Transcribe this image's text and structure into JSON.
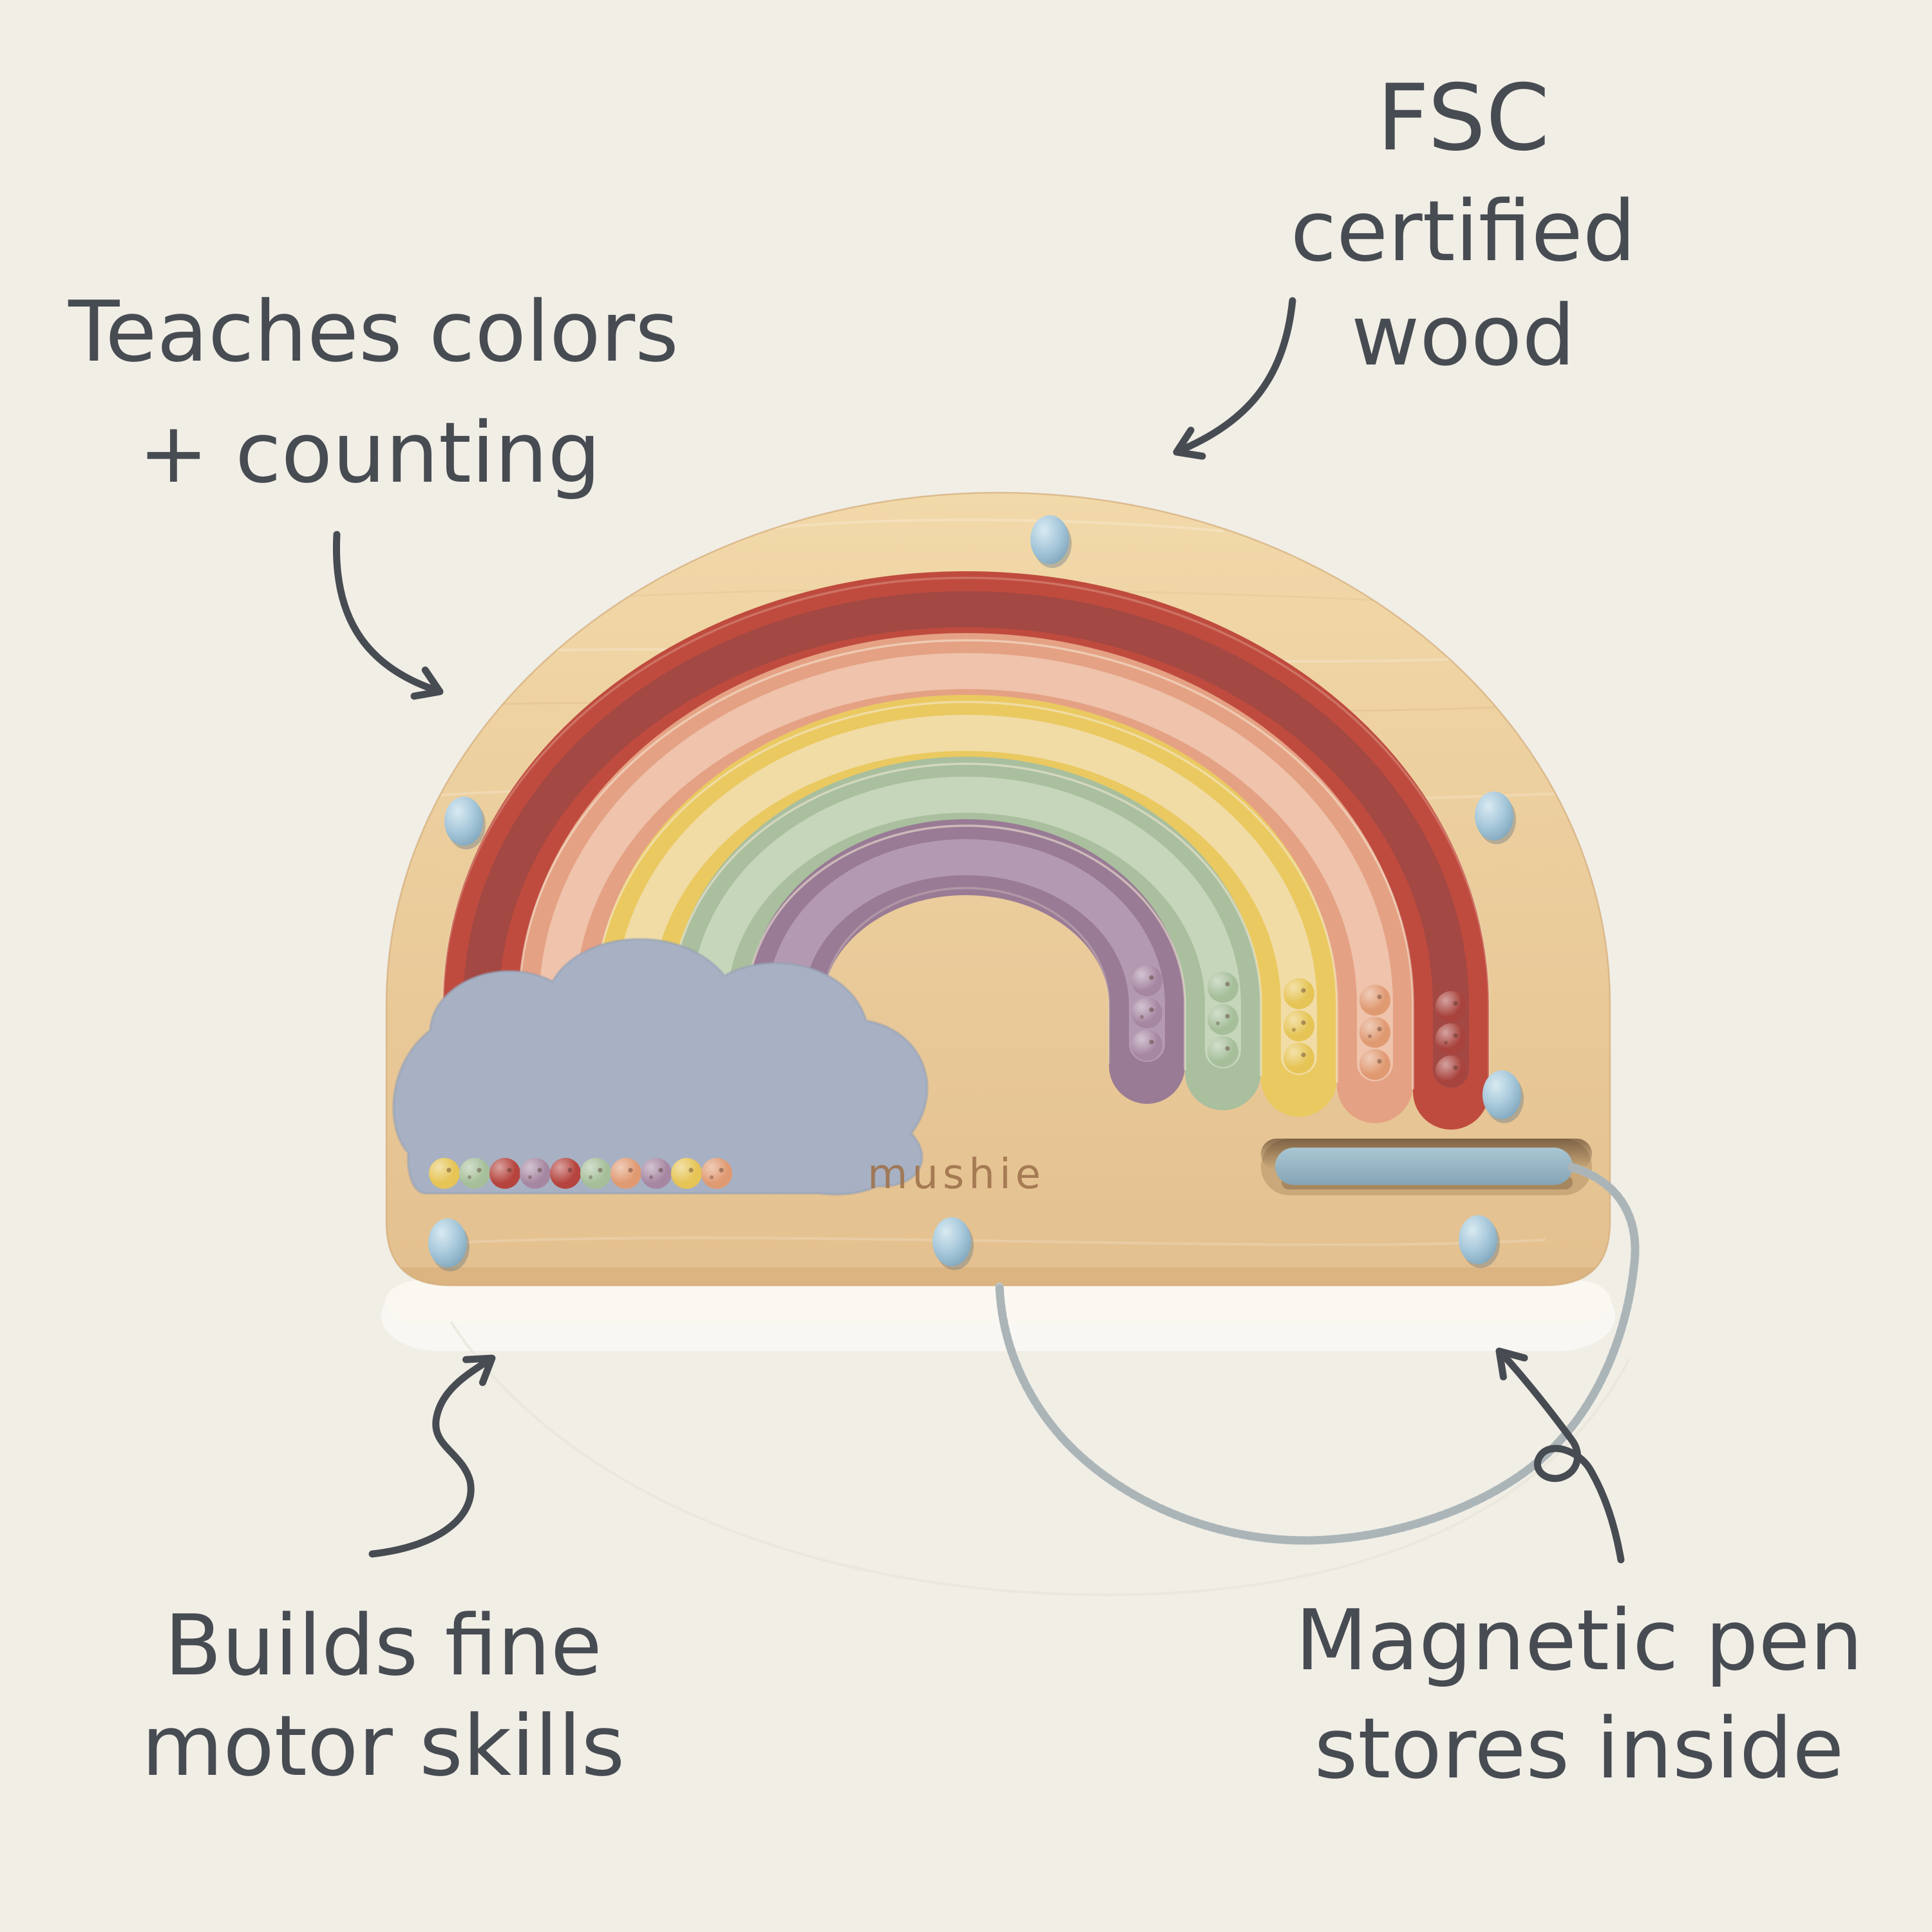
{
  "annotations": {
    "top_left": {
      "lines": [
        "Teaches colors",
        "+ counting"
      ]
    },
    "top_right": {
      "lines": [
        "FSC",
        "certified",
        "wood"
      ]
    },
    "bottom_left": {
      "lines": [
        "Builds fine",
        "motor skills"
      ]
    },
    "bottom_right": {
      "lines": [
        "Magnetic pen",
        "stores inside"
      ]
    }
  },
  "product": {
    "logo": "mushie"
  },
  "beads": {
    "bottom_row": [
      "yellow",
      "sage",
      "red",
      "mauve",
      "red",
      "sage",
      "salmon",
      "mauve",
      "yellow",
      "salmon"
    ],
    "arch_channels": [
      {
        "channel": "purple",
        "beads": [
          "mauve",
          "mauve",
          "mauve"
        ]
      },
      {
        "channel": "green",
        "beads": [
          "sage",
          "sage",
          "sage"
        ]
      },
      {
        "channel": "yellow",
        "beads": [
          "yellow",
          "yellow",
          "yellow"
        ]
      },
      {
        "channel": "salmon",
        "beads": [
          "salmon",
          "salmon",
          "salmon"
        ]
      },
      {
        "channel": "red",
        "beads": [
          "darkred",
          "darkred",
          "darkred"
        ]
      }
    ]
  },
  "colors": {
    "background": "#f1eee6",
    "ink": "#474b52",
    "wood_top": "#f2d9a9",
    "wood_bottom": "#e4c08f",
    "wood_edge": "#d9b37f",
    "board_outline": "#d3ab78",
    "band_red": "#bf4b3e",
    "band_salmon": "#e5a184",
    "band_yellow": "#eac961",
    "band_green": "#a9bf9e",
    "band_purple": "#997b95",
    "channel_red": "#a34843",
    "channel_salmon": "#efc3ac",
    "channel_yellow": "#f1dca6",
    "channel_green": "#c6d6ba",
    "channel_purple": "#b49ab1",
    "cloud": "#a7b1c3",
    "cloud_edge": "#939fb6",
    "pen_light": "#aac6d3",
    "pen_dark": "#85a5b6",
    "slot_floor": "#caa87a",
    "peg_light": "#d8eaf2",
    "peg_mid": "#a6c7da",
    "peg_dark": "#7da4ba",
    "cord": "#bac4c6",
    "cord_braid": "#98a4a6",
    "logo": "#a0744e",
    "backdrop_white": "#fbf8f1",
    "surface_line": "#e9e5da",
    "bead_yellow": "#e6c455",
    "bead_sage": "#a6bf9a",
    "bead_red": "#b5443e",
    "bead_mauve": "#a687a2",
    "bead_salmon": "#e09a72",
    "bead_darkred": "#a8433d"
  }
}
